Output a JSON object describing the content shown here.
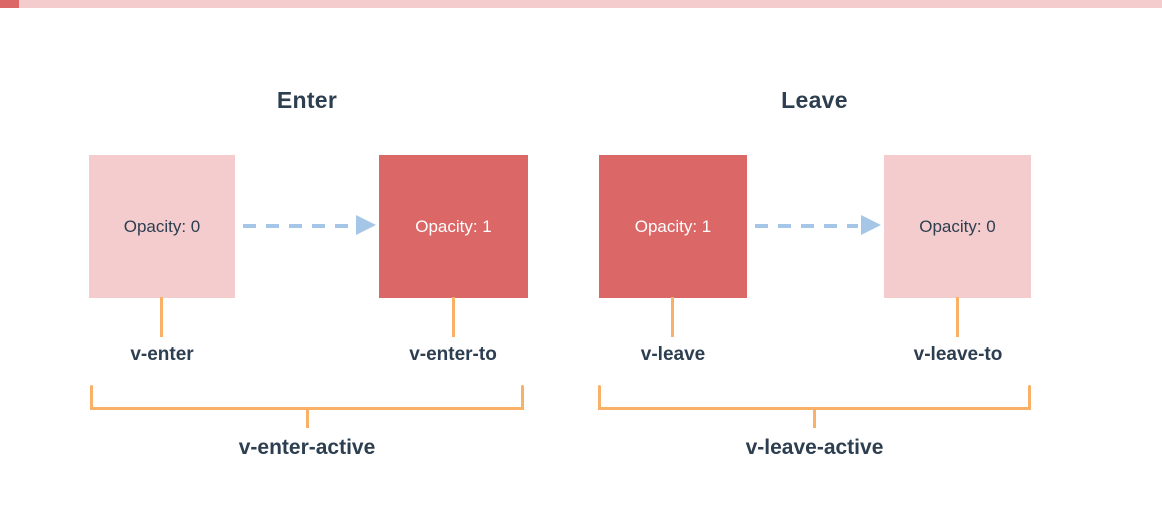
{
  "diagram": {
    "enter": {
      "title": "Enter",
      "from": {
        "value": "Opacity: 0",
        "label": "v-enter"
      },
      "to": {
        "value": "Opacity: 1",
        "label": "v-enter-to"
      },
      "active_label": "v-enter-active"
    },
    "leave": {
      "title": "Leave",
      "from": {
        "value": "Opacity: 1",
        "label": "v-leave"
      },
      "to": {
        "value": "Opacity: 0",
        "label": "v-leave-to"
      },
      "active_label": "v-leave-active"
    },
    "colors": {
      "faded_box_pink": "#f4cccd",
      "solid_box_red": "#db6767",
      "connector_orange": "#f9b168",
      "arrow_blue": "#a6c6e7",
      "text_dark": "#2c3e50",
      "box_text_light": "#ffffff"
    }
  }
}
